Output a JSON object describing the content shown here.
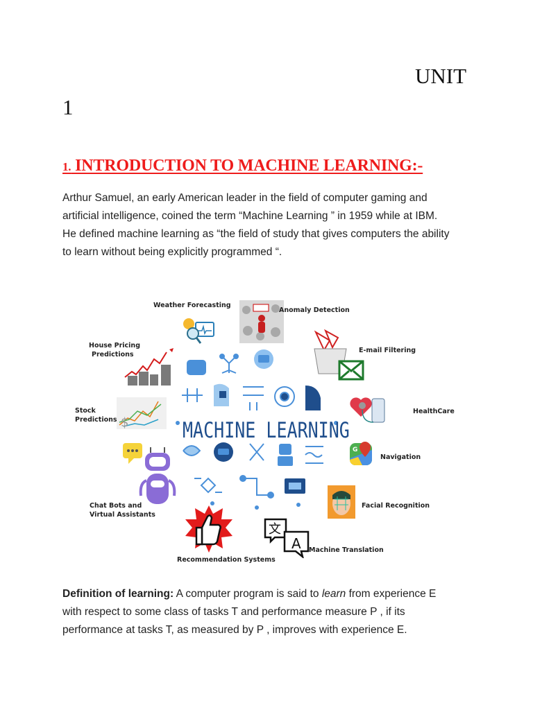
{
  "document": {
    "unit_title": "UNIT",
    "unit_number": "1",
    "section_heading": {
      "number": "1.",
      "text": " INTRODUCTION TO MACHINE LEARNING:-",
      "color": "#ee1c1c"
    },
    "intro_paragraph": {
      "lines": [
        "Arthur Samuel, an early American leader in the field of computer gaming and",
        "artificial intelligence, coined the term “Machine Learning ” in 1959 while at IBM.",
        "He defined machine learning as “the field of study that gives computers the ability",
        "to learn without being explicitly programmed “."
      ]
    },
    "figure": {
      "center_title": "MACHINE LEARNING",
      "center_color": "#1f4e8c",
      "applications": [
        {
          "label": "Weather Forecasting",
          "icon": "weather-monitor-icon"
        },
        {
          "label": "Anomaly Detection",
          "icon": "crowd-outlier-icon"
        },
        {
          "label": "House Pricing",
          "label2": "Predictions",
          "icon": "house-chart-icon"
        },
        {
          "label": "E-mail Filtering",
          "icon": "envelope-icon"
        },
        {
          "label": "Stock",
          "label2": "Predictions",
          "icon": "stock-chart-icon"
        },
        {
          "label": "HealthCare",
          "icon": "heart-stethoscope-icon"
        },
        {
          "label": "Navigation",
          "icon": "map-pin-icon"
        },
        {
          "label": "Chat Bots and",
          "label2": "Virtual Assistants",
          "icon": "robot-chat-icon"
        },
        {
          "label": "Facial Recognition",
          "icon": "face-scan-icon"
        },
        {
          "label": "Recommendation Systems",
          "icon": "thumbs-up-icon"
        },
        {
          "label": "Machine Translation",
          "icon": "translate-icon"
        }
      ],
      "translate_glyphs": [
        "文",
        "A"
      ]
    },
    "definition_paragraph": {
      "bold_lead": "Definition of learning:",
      "text_before_italic": " A computer program is said to ",
      "italic_word": "learn",
      "text_after_italic": " from experience E",
      "line2": "with respect to some class of tasks T and performance measure P , if its",
      "line3": "performance at tasks T, as measured by P , improves with experience E."
    }
  }
}
